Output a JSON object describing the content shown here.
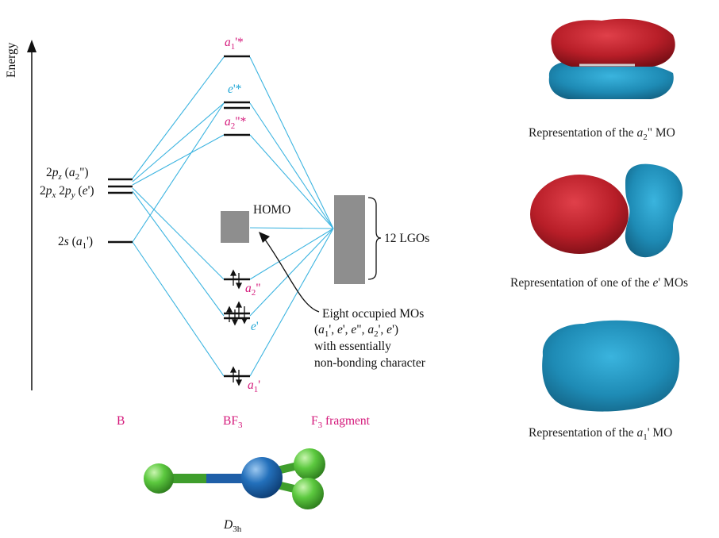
{
  "colors": {
    "correlation_line": "#3cb4e0",
    "magenta_label": "#d4177a",
    "cyan_label": "#1fa6d6",
    "lobe_red": "#c0212d",
    "lobe_blue": "#1f8fb8",
    "lgo_box": "#8e8e8e",
    "atom_F": "#56c23c",
    "atom_B": "#1f5fa8"
  },
  "axis": {
    "label": "Energy"
  },
  "columns": {
    "left": "B",
    "middle_base": "BF",
    "middle_sub": "3",
    "right_base": "F",
    "right_sub": "3",
    "right_rest": " fragment"
  },
  "b_levels": {
    "p_z": {
      "a": "2",
      "b": "p",
      "c": "z",
      "d": " (",
      "e": "a",
      "f": "2",
      "g": "\")"
    },
    "p_xy": {
      "a": "2",
      "b": "p",
      "c": "x",
      "d": " 2",
      "e": "p",
      "f": "y",
      "g": " (",
      "h": "e",
      "i": "')"
    },
    "s": {
      "a": "2",
      "b": "s",
      "c": " (",
      "d": "a",
      "e": "1",
      "f": "')"
    }
  },
  "mo_labels": {
    "a1_star": {
      "base": "a",
      "sub": "1",
      "sup": "'*"
    },
    "e_star": {
      "base": "e",
      "sup": "'*"
    },
    "a2_star": {
      "base": "a",
      "sub": "2",
      "sup": "\"*"
    },
    "a2_occ": {
      "base": "a",
      "sub": "2",
      "sup": "\""
    },
    "e_occ": {
      "base": "e",
      "sup": "'"
    },
    "a1_occ": {
      "base": "a",
      "sub": "1",
      "sup": "'"
    }
  },
  "homo_label": "HOMO",
  "lgo_label": "12 LGOs",
  "annotation": {
    "line1": "Eight occupied MOs",
    "line2": {
      "open": "(",
      "a": "a",
      "s1": "1",
      "p1": "', ",
      "e1": "e",
      "p2": "', ",
      "e2": "e",
      "p3": "\", ",
      "a2": "a",
      "s2": "2",
      "p4": "', ",
      "e3": "e",
      "p5": "')"
    },
    "line3": "with essentially",
    "line4": "non-bonding character"
  },
  "molecule": {
    "label_base": "D",
    "label_sub": "3h"
  },
  "panels": {
    "a2": {
      "pre": "Representation of the ",
      "base": "a",
      "sub": "2",
      "post": "\" MO"
    },
    "e": {
      "pre": "Representation of one of the ",
      "base": "e",
      "post": "' MOs"
    },
    "a1": {
      "pre": "Representation of the ",
      "base": "a",
      "sub": "1",
      "post": "' MO"
    }
  }
}
